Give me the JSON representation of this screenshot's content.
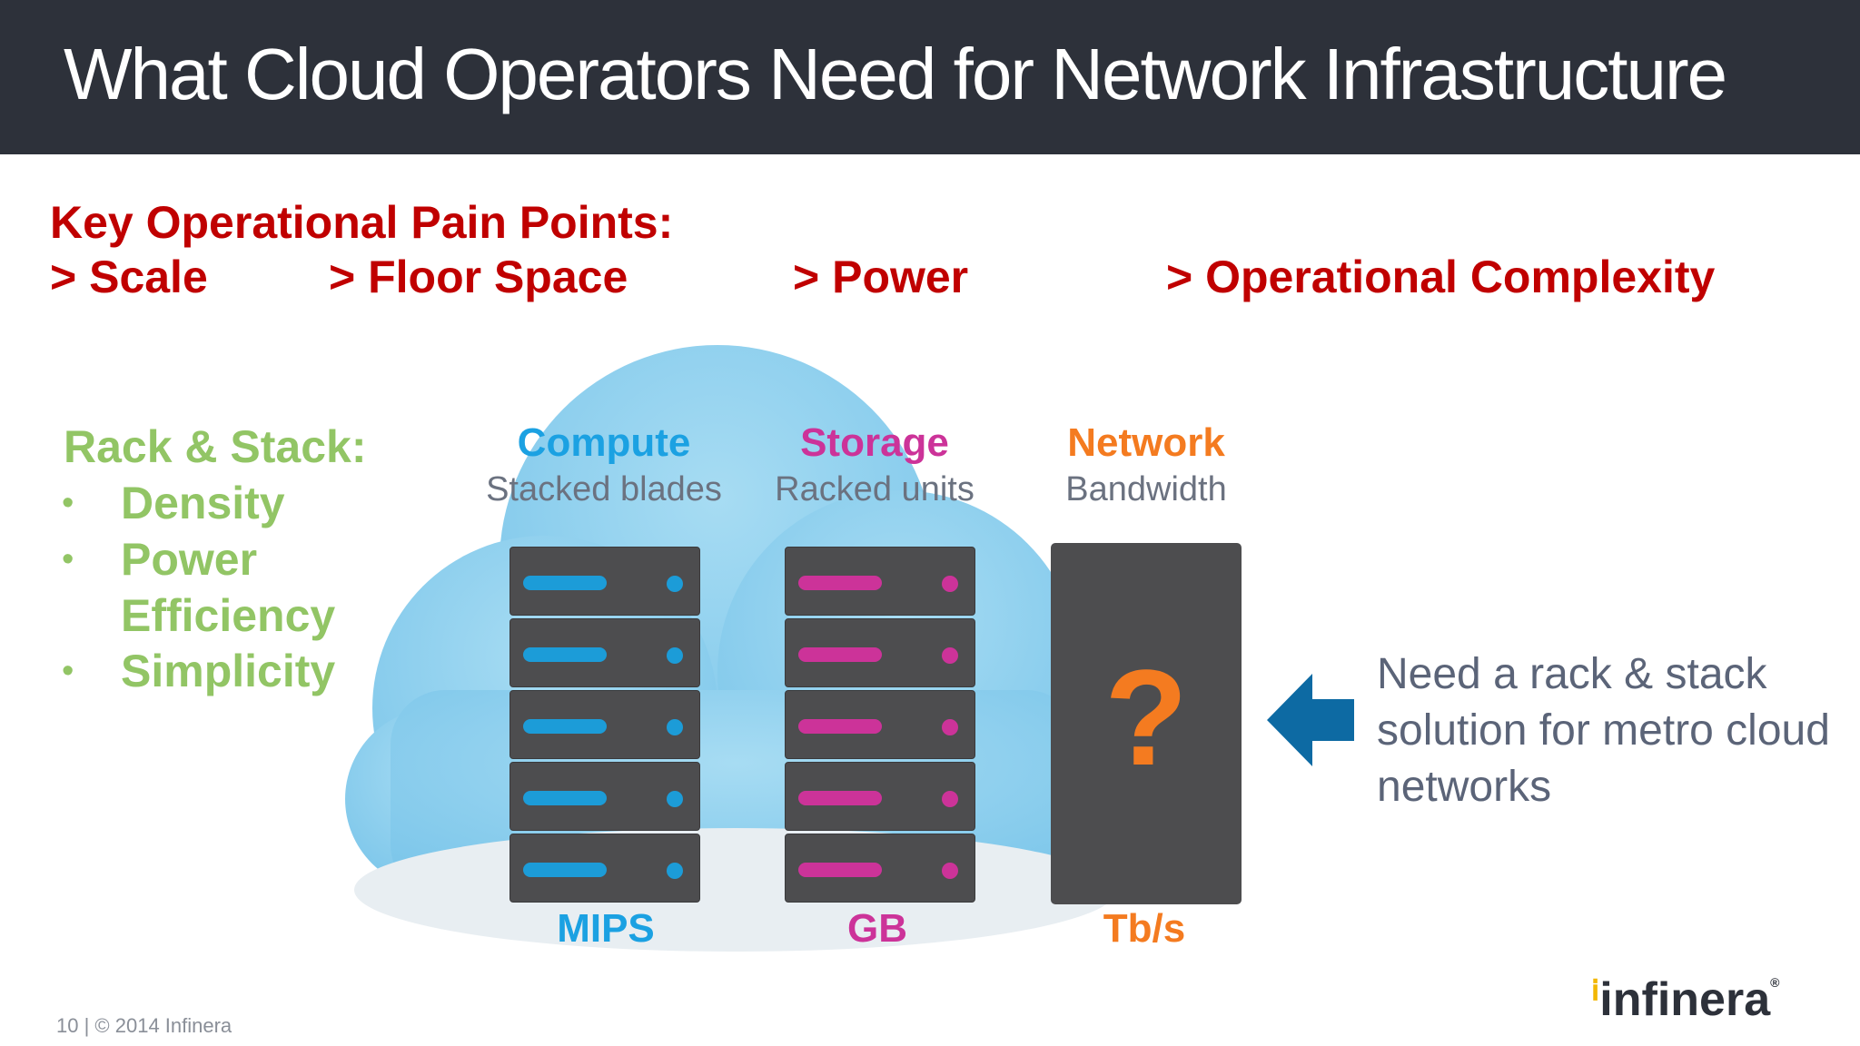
{
  "slide": {
    "title": "What Cloud Operators Need for Network Infrastructure"
  },
  "pain_points": {
    "heading": "Key Operational Pain Points:",
    "items": [
      "> Scale",
      "> Floor Space",
      "> Power",
      "> Operational Complexity"
    ]
  },
  "rack_stack": {
    "heading": "Rack & Stack:",
    "bullets": [
      "Density",
      "Power",
      "Efficiency",
      "Simplicity"
    ]
  },
  "columns": [
    {
      "title": "Compute",
      "subtitle": "Stacked blades",
      "unit": "MIPS",
      "color": "#1ba1e2",
      "led_color": "#1c9cd8"
    },
    {
      "title": "Storage",
      "subtitle": "Racked units",
      "unit": "GB",
      "color": "#cc3399",
      "led_color": "#cc3399"
    },
    {
      "title": "Network",
      "subtitle": "Bandwidth",
      "unit": "Tb/s",
      "color": "#f47b20"
    }
  ],
  "network_rack": {
    "symbol": "?"
  },
  "callout": {
    "text": "Need a rack & stack solution for metro cloud networks",
    "arrow_color": "#0d6aa3"
  },
  "footer": {
    "text": "10  |  © 2014 Infinera"
  },
  "logo": {
    "text": "infinera",
    "accent_color": "#f2b705"
  },
  "colors": {
    "title_bar": "#2d313a",
    "pain_red": "#c00000",
    "rack_green": "#92c565",
    "cloud_blue": "#87cdee",
    "cloud_base": "#e8eef2"
  }
}
